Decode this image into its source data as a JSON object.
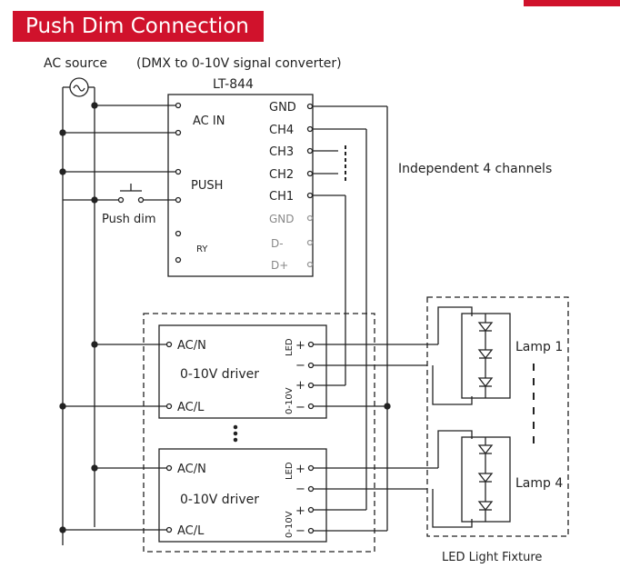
{
  "header": {
    "title": "Push Dim Connection"
  },
  "ac_source": {
    "label": "AC source"
  },
  "converter": {
    "caption": "(DMX to 0-10V signal converter)",
    "model": "LT-844",
    "ac_in": "AC IN",
    "push": "PUSH",
    "ry": "RY",
    "pins": {
      "gnd": "GND",
      "ch4": "CH4",
      "ch3": "CH3",
      "ch2": "CH2",
      "ch1": "CH1",
      "gnd2": "GND",
      "d_minus": "D-",
      "d_plus": "D+"
    }
  },
  "push_dim": {
    "label": "Push dim"
  },
  "channels_note": "Independent 4 channels",
  "driver1": {
    "name": "0-10V driver",
    "ac_n": "AC/N",
    "ac_l": "AC/L",
    "led": "LED",
    "ctrl": "0-10V"
  },
  "driver2": {
    "name": "0-10V driver",
    "ac_n": "AC/N",
    "ac_l": "AC/L",
    "led": "LED",
    "ctrl": "0-10V"
  },
  "lamp1": {
    "label": "Lamp 1"
  },
  "lamp4": {
    "label": "Lamp 4"
  },
  "fixture": {
    "label": "LED Light Fixture"
  },
  "colors": {
    "accent": "#d0122c",
    "line": "#222222"
  }
}
